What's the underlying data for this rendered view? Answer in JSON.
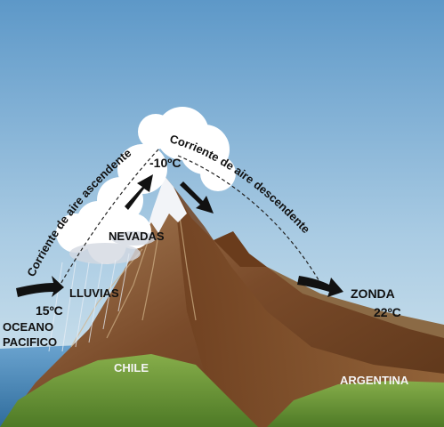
{
  "labels": {
    "temp_top": "-10ºC",
    "rising_air": "Corriente de aire ascendente",
    "falling_air": "Corriente de aire descendente",
    "snowy": "NEVADAS",
    "rains": "LLUVIAS",
    "temp_ocean": "15ºC",
    "ocean_line1": "OCEANO",
    "ocean_line2": "PACIFICO",
    "zonda": "ZONDA",
    "temp_zonda": "22ºC",
    "chile": "CHILE",
    "argentina": "ARGENTINA"
  },
  "colors": {
    "sky_top": "#5d98c8",
    "sky_bottom": "#cfe3ee",
    "mountain": "#8a5a35",
    "snow": "#f2f4f8",
    "grass": "#6f9a3a",
    "sea": "#3f7fb0",
    "arrow": "#111111"
  }
}
